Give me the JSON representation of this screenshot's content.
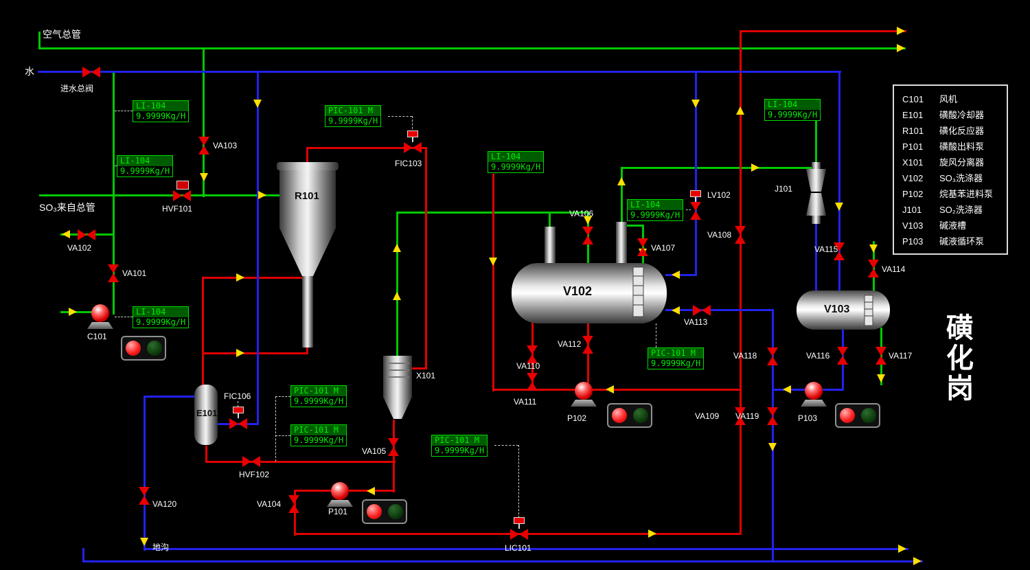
{
  "station": {
    "chars": [
      "磺",
      "化",
      "岗"
    ]
  },
  "labels": {
    "air_main": "空气总管",
    "water": "水",
    "water_main_valve": "进水总阀",
    "so3_inlet": "SO₃来自总管",
    "ditch": "地沟"
  },
  "legend": {
    "items": [
      {
        "code": "C101",
        "name": "风机"
      },
      {
        "code": "E101",
        "name": "磺酸冷却器"
      },
      {
        "code": "R101",
        "name": "磺化反应器"
      },
      {
        "code": "P101",
        "name": "磺酸出料泵"
      },
      {
        "code": "X101",
        "name": "旋风分离器"
      },
      {
        "code": "V102",
        "name": "SO₃洗涤器"
      },
      {
        "code": "P102",
        "name": "烷基苯进料泵"
      },
      {
        "code": "J101",
        "name": "SO₂洗涤器"
      },
      {
        "code": "V103",
        "name": "碱液槽"
      },
      {
        "code": "P103",
        "name": "碱液循环泵"
      }
    ]
  },
  "equipment": {
    "c101": "C101",
    "e101": "E101",
    "r101": "R101",
    "p101": "P101",
    "x101": "X101",
    "v102": "V102",
    "p102": "P102",
    "j101": "J101",
    "v103": "V103",
    "p103": "P103"
  },
  "valves": {
    "water_main": "进水总阀",
    "hvf101": "HVF101",
    "hvf102": "HVF102",
    "va101": "VA101",
    "va102": "VA102",
    "va103": "VA103",
    "va104": "VA104",
    "va105": "VA105",
    "va106": "VA106",
    "va107": "VA107",
    "va108": "VA108",
    "va109": "VA109",
    "va110": "VA110",
    "va111": "VA111",
    "va112": "VA112",
    "va113": "VA113",
    "va114": "VA114",
    "va115": "VA115",
    "va116": "VA116",
    "va117": "VA117",
    "va118": "VA118",
    "va119": "VA119",
    "va120": "VA120",
    "fic103": "FIC103",
    "fic106": "FIC106",
    "lic101": "LIC101",
    "lv102": "LV102"
  },
  "instruments": [
    {
      "tag": "LI-104",
      "value": "9.9999Kg/H"
    },
    {
      "tag": "LI-104",
      "value": "9.9999Kg/H"
    },
    {
      "tag": "PIC-101  M",
      "value": "9.9999Kg/H"
    },
    {
      "tag": "LI-104",
      "value": "9.9999Kg/H"
    },
    {
      "tag": "LI-104",
      "value": "9.9999Kg/H"
    },
    {
      "tag": "LI-104",
      "value": "9.9999Kg/H"
    },
    {
      "tag": "LI-104",
      "value": "9.9999Kg/H"
    },
    {
      "tag": "PIC-101  M",
      "value": "9.9999Kg/H"
    },
    {
      "tag": "PIC-101  M",
      "value": "9.9999Kg/H"
    },
    {
      "tag": "PIC-101  M",
      "value": "9.9999Kg/H"
    },
    {
      "tag": "PIC-101  M",
      "value": "9.9999Kg/H"
    }
  ],
  "colors": {
    "pipe_air_green": "#00c800",
    "pipe_process_red": "#e00000",
    "pipe_water_blue": "#2222ee",
    "flow_arrow_yellow": "#ffdf00",
    "instrument_green": "#00ee00"
  }
}
